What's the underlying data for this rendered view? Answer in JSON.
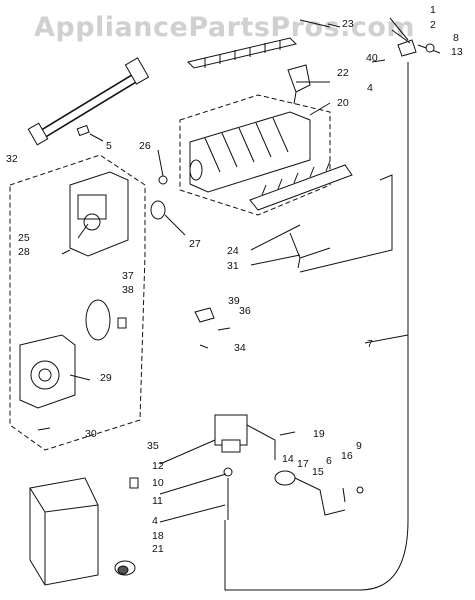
{
  "watermark": "AppliancePartsPros.com",
  "callouts": {
    "c1": "1",
    "c2": "2",
    "c8": "8",
    "c13": "13",
    "c23": "23",
    "c40": "40",
    "c22": "22",
    "c4a": "4",
    "c20": "20",
    "c5": "5",
    "c32": "32",
    "c26": "26",
    "c25": "25",
    "c28": "28",
    "c27": "27",
    "c24": "24",
    "c31": "31",
    "c37": "37",
    "c38": "38",
    "c39": "39",
    "c36": "36",
    "c34": "34",
    "c7": "7",
    "c29": "29",
    "c30": "30",
    "c35": "35",
    "c19": "19",
    "c12": "12",
    "c10": "10",
    "c14": "14",
    "c17": "17",
    "c15": "15",
    "c6": "6",
    "c16": "16",
    "c9": "9",
    "c11": "11",
    "c4b": "4",
    "c18": "18",
    "c21": "21"
  }
}
